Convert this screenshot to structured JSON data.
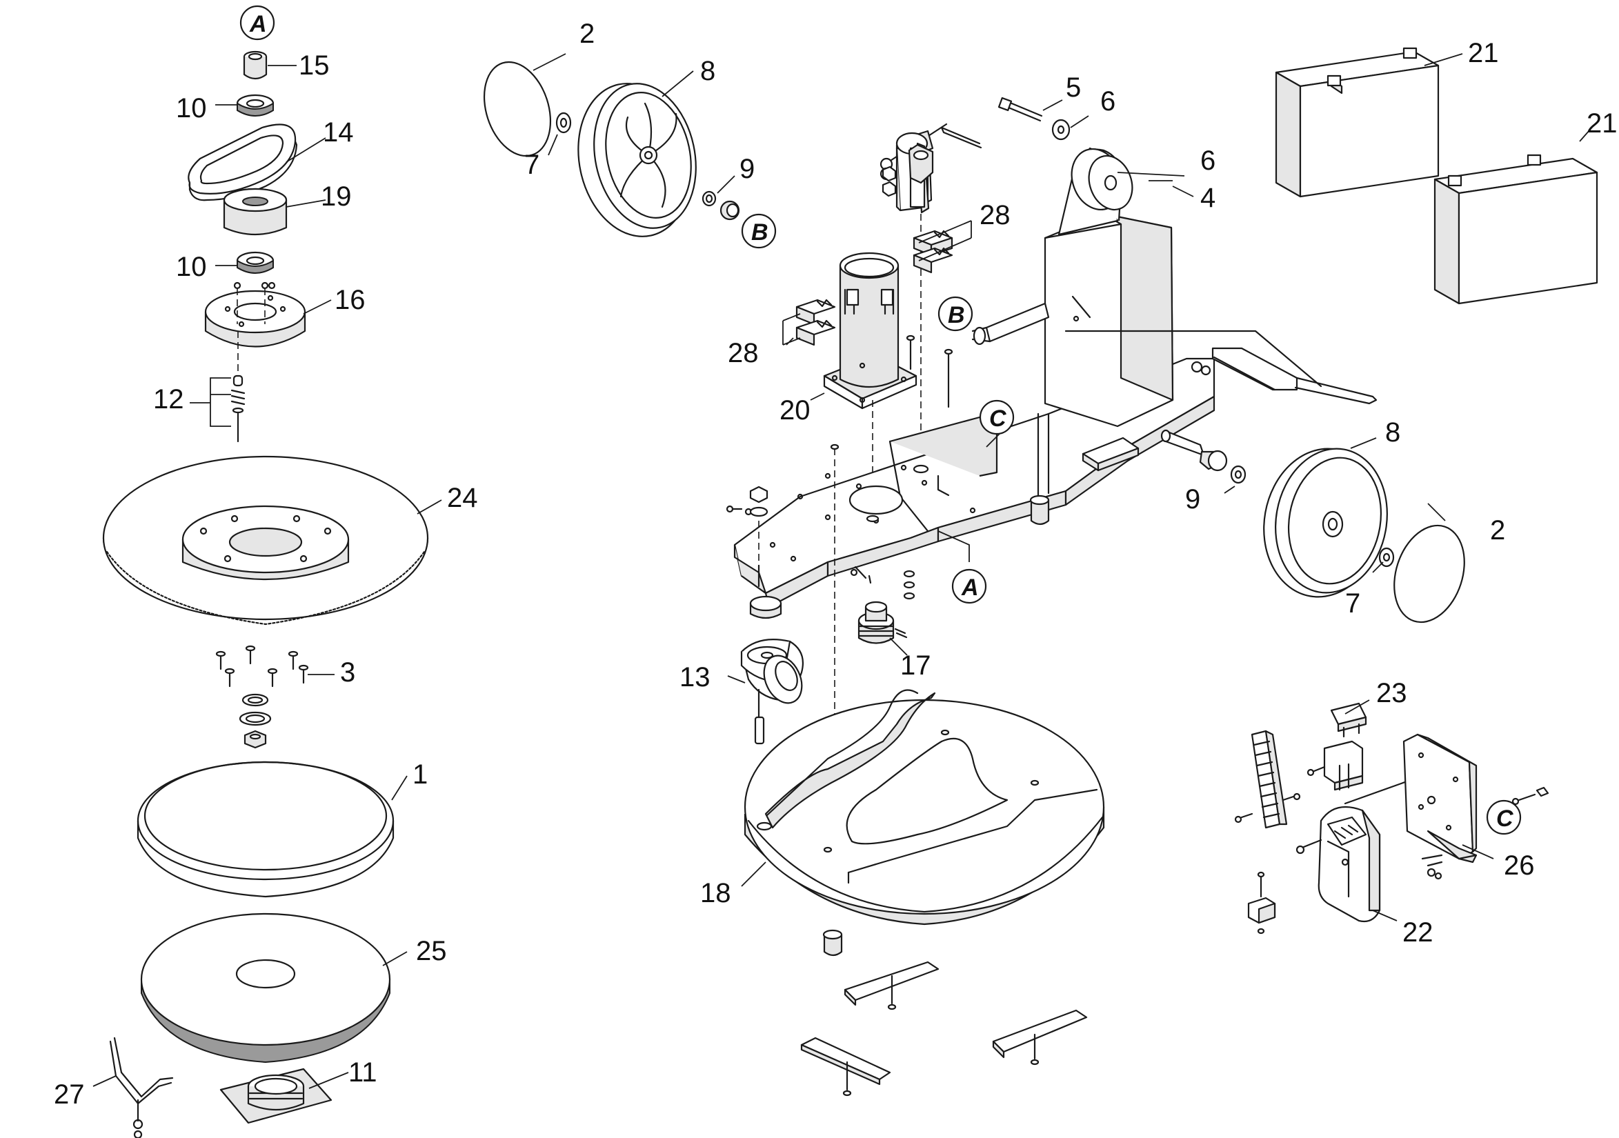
{
  "callouts": [
    {
      "id": "c15",
      "text": "15"
    },
    {
      "id": "c10a",
      "text": "10"
    },
    {
      "id": "c14",
      "text": "14"
    },
    {
      "id": "c19",
      "text": "19"
    },
    {
      "id": "c10b",
      "text": "10"
    },
    {
      "id": "c16",
      "text": "16"
    },
    {
      "id": "c12",
      "text": "12"
    },
    {
      "id": "c24",
      "text": "24"
    },
    {
      "id": "c3",
      "text": "3"
    },
    {
      "id": "c1",
      "text": "1"
    },
    {
      "id": "c25",
      "text": "25"
    },
    {
      "id": "c27",
      "text": "27"
    },
    {
      "id": "c11",
      "text": "11"
    },
    {
      "id": "c2a",
      "text": "2"
    },
    {
      "id": "c8a",
      "text": "8"
    },
    {
      "id": "c7a",
      "text": "7"
    },
    {
      "id": "c9a",
      "text": "9"
    },
    {
      "id": "c5",
      "text": "5"
    },
    {
      "id": "c6a",
      "text": "6"
    },
    {
      "id": "c6b",
      "text": "6"
    },
    {
      "id": "c4",
      "text": "4"
    },
    {
      "id": "c28a",
      "text": "28"
    },
    {
      "id": "c28b",
      "text": "28"
    },
    {
      "id": "c20",
      "text": "20"
    },
    {
      "id": "c21a",
      "text": "21"
    },
    {
      "id": "c21b",
      "text": "21"
    },
    {
      "id": "c8b",
      "text": "8"
    },
    {
      "id": "c9b",
      "text": "9"
    },
    {
      "id": "c2b",
      "text": "2"
    },
    {
      "id": "c7b",
      "text": "7"
    },
    {
      "id": "c13",
      "text": "13"
    },
    {
      "id": "c17",
      "text": "17"
    },
    {
      "id": "c18",
      "text": "18"
    },
    {
      "id": "c23",
      "text": "23"
    },
    {
      "id": "c26",
      "text": "26"
    },
    {
      "id": "c22",
      "text": "22"
    }
  ],
  "refs": [
    {
      "id": "rA1",
      "text": "A"
    },
    {
      "id": "rB1",
      "text": "B"
    },
    {
      "id": "rB2",
      "text": "B"
    },
    {
      "id": "rC1",
      "text": "C"
    },
    {
      "id": "rA2",
      "text": "A"
    },
    {
      "id": "rC2",
      "text": "C"
    }
  ]
}
